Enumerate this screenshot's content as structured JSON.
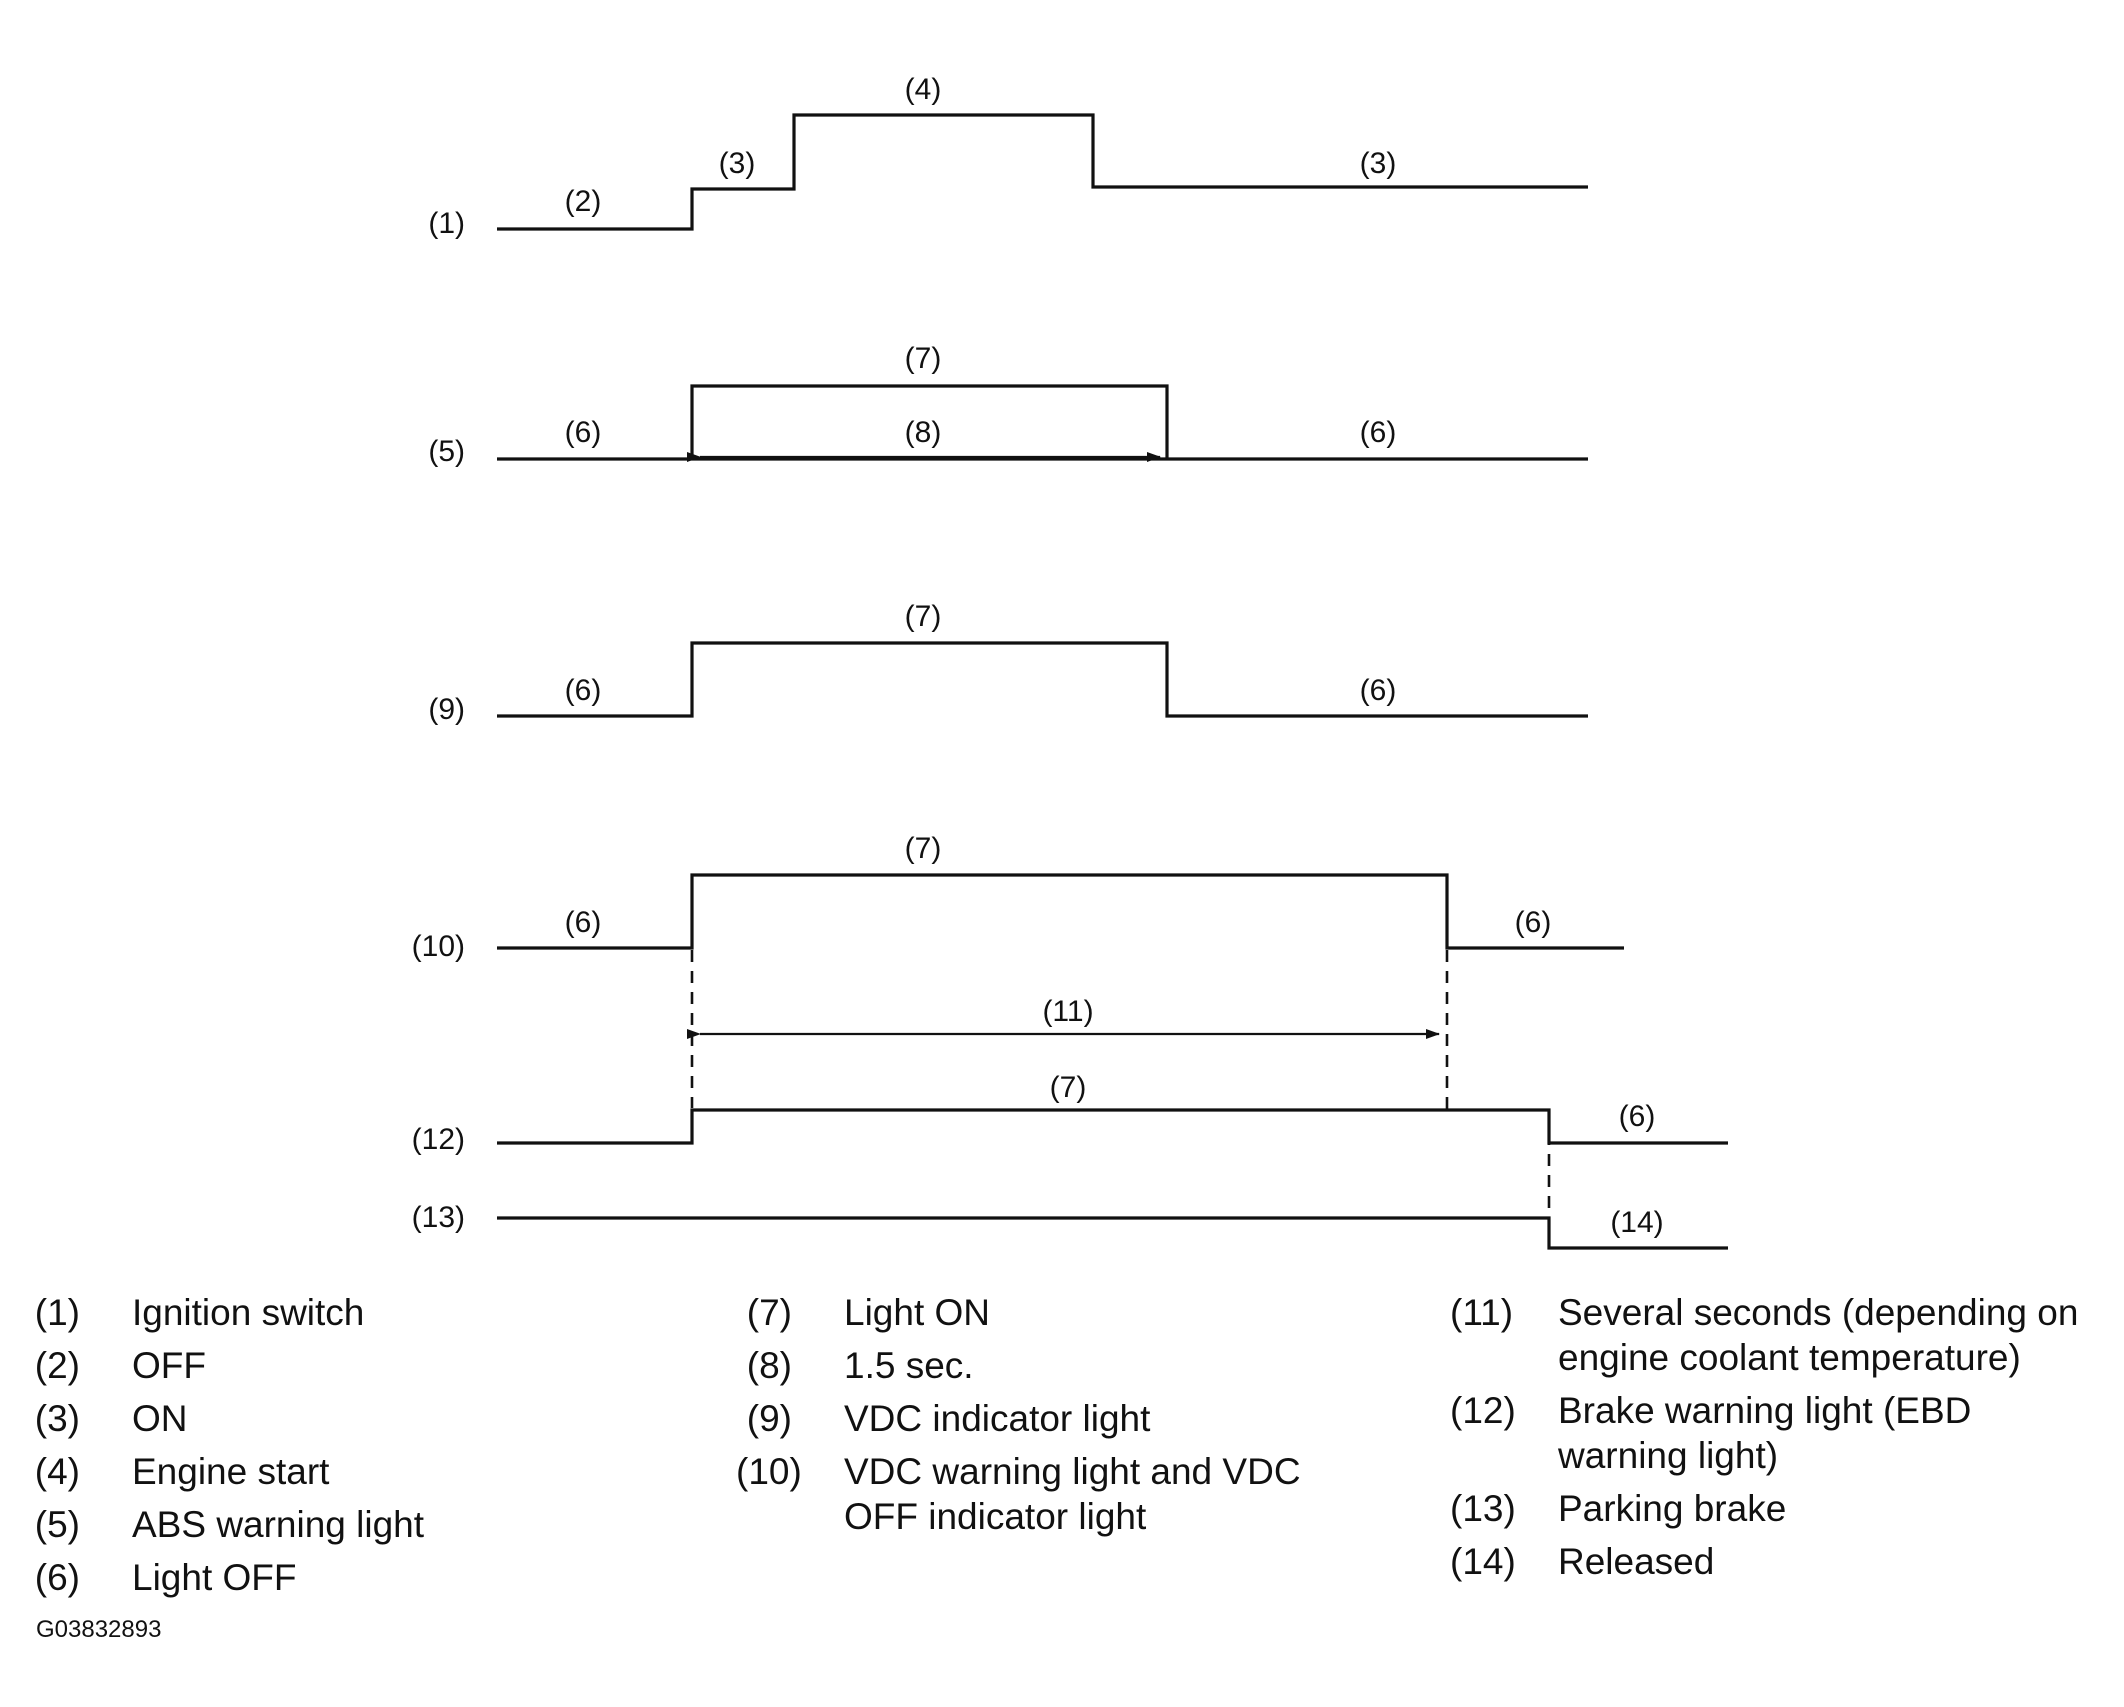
{
  "row_labels": {
    "r1": "(1)",
    "r5": "(5)",
    "r9": "(9)",
    "r10": "(10)",
    "r12": "(12)",
    "r13": "(13)"
  },
  "segment_labels": {
    "s2": "(2)",
    "s3a": "(3)",
    "s4": "(4)",
    "s3b": "(3)",
    "s6_5a": "(6)",
    "s7_5": "(7)",
    "s8": "(8)",
    "s6_5b": "(6)",
    "s6_9a": "(6)",
    "s7_9": "(7)",
    "s6_9b": "(6)",
    "s6_10a": "(6)",
    "s7_10": "(7)",
    "s6_10b": "(6)",
    "s11": "(11)",
    "s7_12": "(7)",
    "s6_12": "(6)",
    "s14": "(14)"
  },
  "legend": {
    "col1": [
      {
        "num": "(1)",
        "text": "Ignition switch"
      },
      {
        "num": "(2)",
        "text": "OFF"
      },
      {
        "num": "(3)",
        "text": "ON"
      },
      {
        "num": "(4)",
        "text": "Engine start"
      },
      {
        "num": "(5)",
        "text": "ABS warning light"
      },
      {
        "num": "(6)",
        "text": "Light OFF"
      }
    ],
    "col2": [
      {
        "num": "(7)",
        "text": "Light ON"
      },
      {
        "num": "(8)",
        "text": "1.5 sec."
      },
      {
        "num": "(9)",
        "text": "VDC indicator light"
      },
      {
        "num": "(10)",
        "text": "VDC warning light and VDC OFF indicator light"
      }
    ],
    "col3": [
      {
        "num": "(11)",
        "text": "Several seconds (depending on engine coolant temperature)"
      },
      {
        "num": "(12)",
        "text": "Brake warning light (EBD warning light)"
      },
      {
        "num": "(13)",
        "text": "Parking brake"
      },
      {
        "num": "(14)",
        "text": "Released"
      }
    ]
  },
  "figure_id": "G03832893"
}
